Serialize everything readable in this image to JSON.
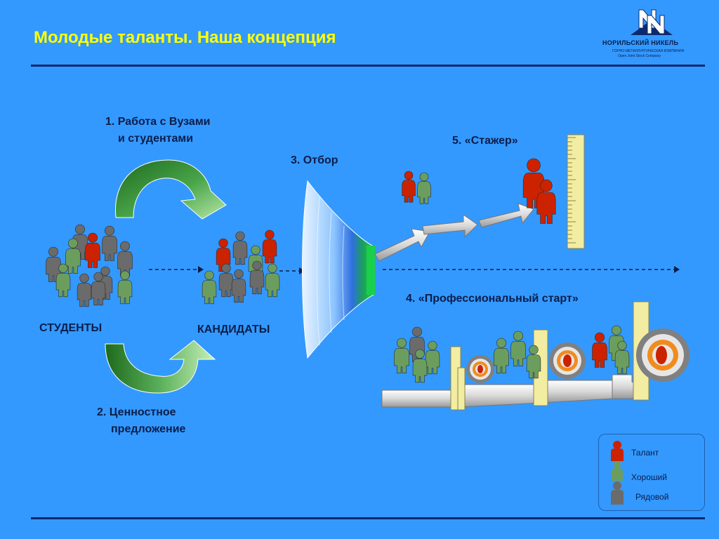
{
  "title": "Молодые таланты. Наша концепция",
  "logo": {
    "name": "НОРИЛЬСКИЙ НИКЕЛЬ",
    "sub1": "ГОРНО-МЕТАЛЛУРГИЧЕСКАЯ КОМПАНИЯ",
    "sub2": "Open Joint Stock Company"
  },
  "steps": {
    "step1_line1": "1. Работа  с Вузами",
    "step1_line2": "и  студентами",
    "step2_line1": "2. Ценностное",
    "step2_line2": "предложение",
    "step3": "3. Отбор",
    "step4": "4. «Профессиональный старт»",
    "step5": "5. «Стажер»"
  },
  "groups": {
    "students": "СТУДЕНТЫ",
    "candidates": "КАНДИДАТЫ"
  },
  "legend": {
    "talent": "Талант",
    "good": "Хороший",
    "ordinary": "Рядовой"
  },
  "colors": {
    "background": "#3399ff",
    "title": "#ffff00",
    "talent": "#cc2200",
    "good": "#6b9e5e",
    "ordinary": "#6b6b6b",
    "ruler": "#f2eda0"
  }
}
